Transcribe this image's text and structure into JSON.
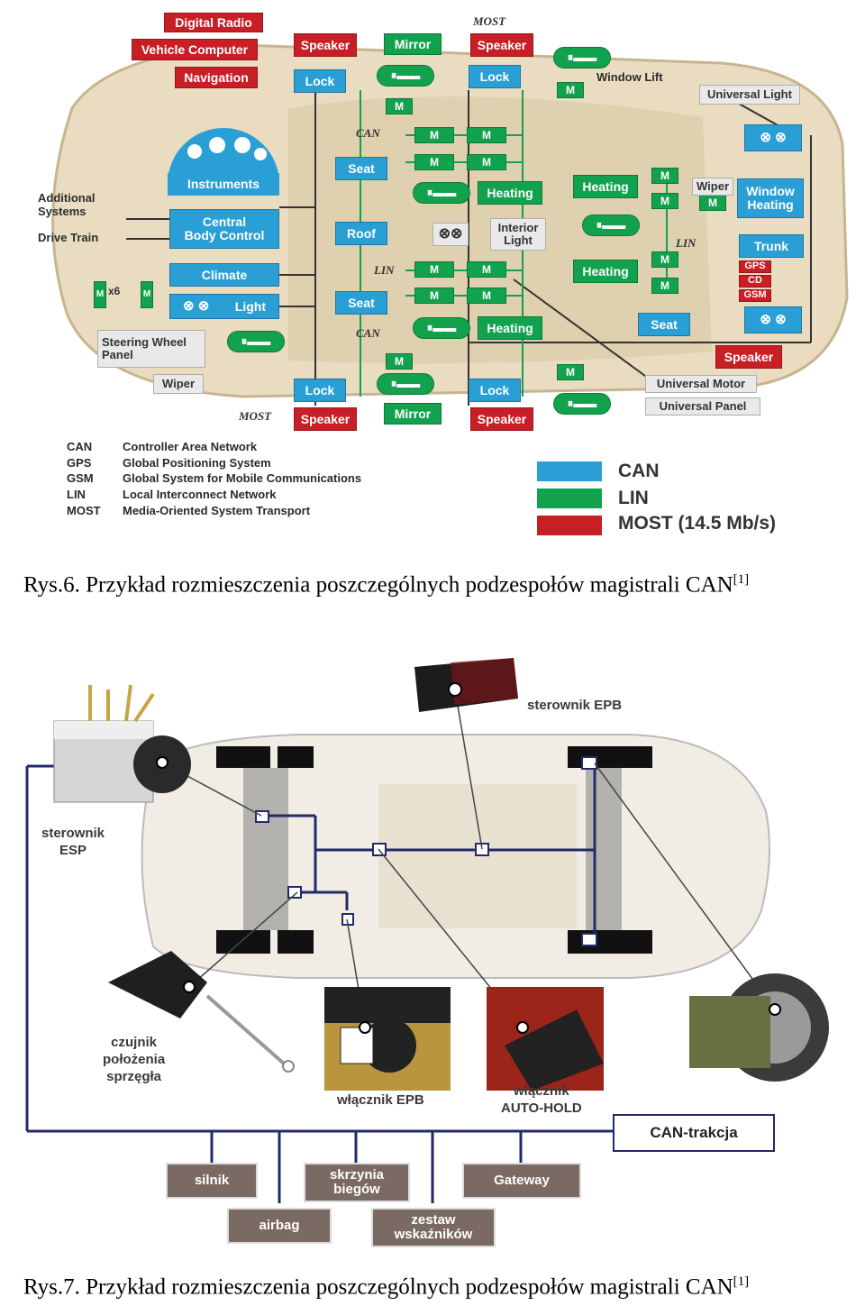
{
  "fig1": {
    "most_blocks": [
      "Digital Radio",
      "Vehicle Computer",
      "Navigation",
      "Speaker",
      "Speaker",
      "Speaker",
      "Speaker",
      "Speaker"
    ],
    "can_blocks": {
      "lock": "Lock",
      "seat": "Seat",
      "roof": "Roof",
      "instruments": "Instruments",
      "central": "Central\nBody Control",
      "climate": "Climate",
      "light": "Light",
      "window_heating": "Window\nHeating",
      "trunk": "Trunk"
    },
    "lin_blocks": {
      "mirror": "Mirror",
      "heating": "Heating",
      "motor": "M",
      "x6": "x6"
    },
    "labels": {
      "additional": "Additional\nSystems",
      "drive_train": "Drive Train",
      "steering": "Steering Wheel\nPanel",
      "wiper": "Wiper",
      "window_lift": "Window Lift",
      "universal_light": "Universal Light",
      "interior_light": "Interior\nLight",
      "universal_motor": "Universal Motor",
      "universal_panel": "Universal Panel",
      "gps": "GPS",
      "cd": "CD",
      "gsm": "GSM"
    },
    "bus_labels": {
      "most": "MOST",
      "can": "CAN",
      "lin": "LIN"
    },
    "abbreviations": [
      {
        "abbr": "CAN",
        "text": "Controller Area Network"
      },
      {
        "abbr": "GPS",
        "text": "Global Positioning System"
      },
      {
        "abbr": "GSM",
        "text": "Global System for Mobile Communications"
      },
      {
        "abbr": "LIN",
        "text": "Local Interconnect Network"
      },
      {
        "abbr": "MOST",
        "text": "Media-Oriented System Transport"
      }
    ],
    "legend": [
      {
        "name": "CAN",
        "color": "#2a9fd6"
      },
      {
        "name": "LIN",
        "color": "#12a24e"
      },
      {
        "name": "MOST",
        "color": "#c81e25",
        "suffix": "(14.5 Mb/s)"
      }
    ],
    "caption": "Rys.6. Przykład rozmieszczenia poszczególnych podzespołów magistrali CAN",
    "caption_ref": "[1]"
  },
  "fig2": {
    "labels": {
      "epb_controller": "sterownik EPB",
      "esp_controller": "sterownik\nESP",
      "clutch_sensor": "czujnik\npołożenia\nsprzęgła",
      "epb_switch": "włącznik EPB",
      "autohold_switch": "włącznik\nAUTO-HOLD",
      "can_traction": "CAN-trakcja"
    },
    "boxes": [
      "silnik",
      "skrzynia\nbiegów",
      "Gateway",
      "airbag",
      "zestaw\nwskaźników"
    ],
    "caption": "Rys.7. Przykład rozmieszczenia poszczególnych podzespołów magistrali CAN",
    "caption_ref": "[1]"
  }
}
